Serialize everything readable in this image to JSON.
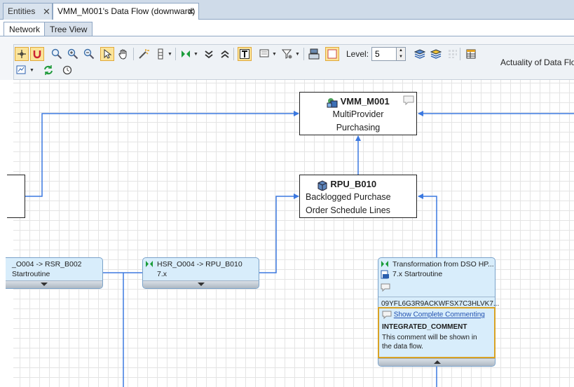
{
  "tabs": [
    {
      "label": "Entities",
      "active": false
    },
    {
      "label": "VMM_M001's Data Flow (downward)",
      "active": true
    }
  ],
  "subtabs": [
    {
      "label": "Network",
      "active": true
    },
    {
      "label": "Tree View",
      "active": false
    }
  ],
  "toolbar": {
    "level_label": "Level:",
    "level_value": "5",
    "actuality_text": "Actuality of Data Flo"
  },
  "nodes": {
    "provider": {
      "id": "VMM_M001",
      "line1": "MultiProvider",
      "line2": "Purchasing"
    },
    "dso": {
      "id": "RPU_B010",
      "line1": "Backlogged Purchase",
      "line2": "Order Schedule Lines"
    }
  },
  "transformations": {
    "left": {
      "title": "_O004 -> RSR_B002",
      "subtitle": "Startroutine"
    },
    "middle": {
      "title": "HSR_O004 -> RPU_B010",
      "subtitle": "7.x"
    },
    "right": {
      "title": "Transformation from DSO HP...",
      "subtitle": "7.x Startroutine",
      "code": "09YFL6G3R9ACKWFSX7C3HLVK7..."
    }
  },
  "comment": {
    "link": "Show Complete Commenting",
    "heading": "INTEGRATED_COMMENT",
    "body_line1": "This comment will be shown in",
    "body_line2": "the data flow."
  },
  "colors": {
    "connector": "#3b78e0",
    "highlight_border": "#d8a224",
    "node_fill": "#d8edfb"
  }
}
